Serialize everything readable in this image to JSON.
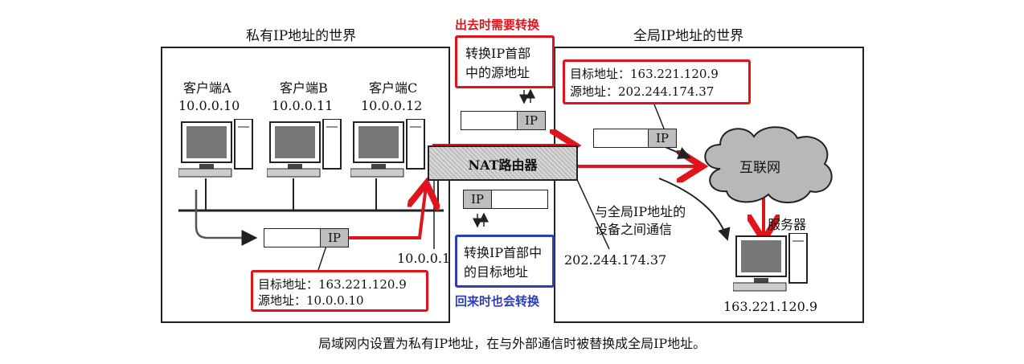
{
  "private_world": {
    "title": "私有IP地址的世界",
    "clients": [
      {
        "name": "客户端A",
        "ip": "10.0.0.10"
      },
      {
        "name": "客户端B",
        "ip": "10.0.0.11"
      },
      {
        "name": "客户端C",
        "ip": "10.0.0.12"
      }
    ],
    "router_inner_ip": "10.0.0.1",
    "packet_label": "IP",
    "addr_box": {
      "dst": "目标地址：163.221.120.9",
      "src": "源地址：10.0.0.10"
    }
  },
  "global_world": {
    "title": "全局IP地址的世界",
    "addr_box": {
      "dst": "目标地址：163.221.120.9",
      "src": "源地址：202.244.174.37"
    },
    "internet": "互联网",
    "server_label": "服务器",
    "server_ip": "163.221.120.9",
    "router_outer_ip": "202.244.174.37",
    "comm_note": [
      "与全局IP地址的",
      "设备之间通信"
    ],
    "packet_label": "IP"
  },
  "router": {
    "label": "NAT路由器"
  },
  "outgoing": {
    "caption": "出去时需要转换",
    "box": [
      "转换IP首部",
      "中的源地址"
    ],
    "packet_label": "IP"
  },
  "incoming": {
    "caption": "回来时也会转换",
    "box": [
      "转换IP首部中",
      "的目标地址"
    ],
    "packet_label": "IP"
  },
  "footer": "局域网内设置为私有IP地址，在与外部通信时被替换成全局IP地址。",
  "colors": {
    "highlight_red": "#e0141c",
    "highlight_blue": "#2e3db8",
    "gray": "#bdbdbd"
  }
}
